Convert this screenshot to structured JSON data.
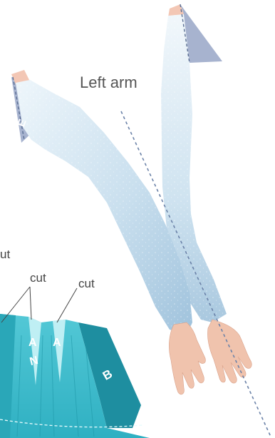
{
  "diagram": {
    "title": "Left arm",
    "cut_labels": [
      "ut",
      "cut",
      "cut"
    ],
    "tab_letters": {
      "arm_tab": "E",
      "slit_left": "A",
      "slit_right": "A",
      "center": "N",
      "side_tab": "B"
    }
  },
  "colors": {
    "sleeve_light": "#eef6fb",
    "sleeve_mid": "#bcd7ea",
    "sleeve_dark": "#93b8d4",
    "fold_tab": "#a7b3cf",
    "fold_line": "#6b82a8",
    "skin": "#f3c7b5",
    "skirt": "#3cbecd",
    "skirt_dark": "#1f98a9",
    "side_tab": "#1e8ea0",
    "slit": "#bfeff4"
  },
  "icons": {
    "hand": "hand-icon"
  }
}
